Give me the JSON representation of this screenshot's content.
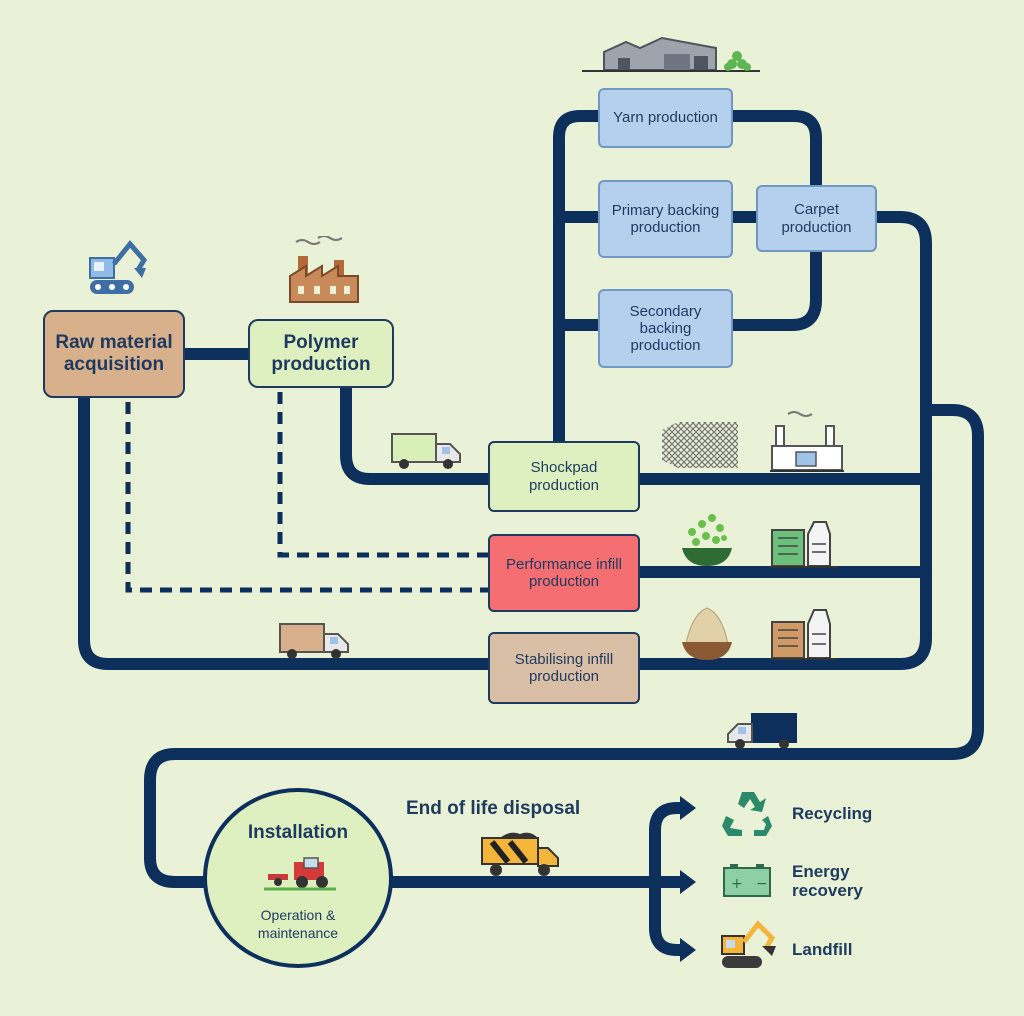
{
  "colors": {
    "background": "#e9f2d6",
    "pipe": "#0c2f5c",
    "blue_box": "#b4d0ec",
    "green_box": "#def0c0",
    "tan_box": "#d9b08c",
    "red_box": "#f46e72"
  },
  "nodes": {
    "raw_material": "Raw material acquisition",
    "polymer": "Polymer production",
    "yarn": "Yarn production",
    "primary_backing": "Primary backing production",
    "secondary_backing": "Secondary backing production",
    "carpet": "Carpet production",
    "shockpad": "Shockpad production",
    "performance_infill": "Performance infill production",
    "stabilising_infill": "Stabilising infill production",
    "installation": "Installation",
    "operation": "Operation & maintenance"
  },
  "end_of_life": {
    "title": "End of life disposal",
    "recycling": "Recycling",
    "energy_recovery": "Energy recovery",
    "landfill": "Landfill"
  },
  "icons": [
    "excavator-icon",
    "factory-icon",
    "warehouse-icon",
    "truck-icon",
    "mesh-icon",
    "plant-icon",
    "seed-bowl-icon",
    "sand-bowl-icon",
    "building-icon",
    "tractor-icon",
    "dump-truck-icon",
    "recycle-icon",
    "battery-icon"
  ]
}
